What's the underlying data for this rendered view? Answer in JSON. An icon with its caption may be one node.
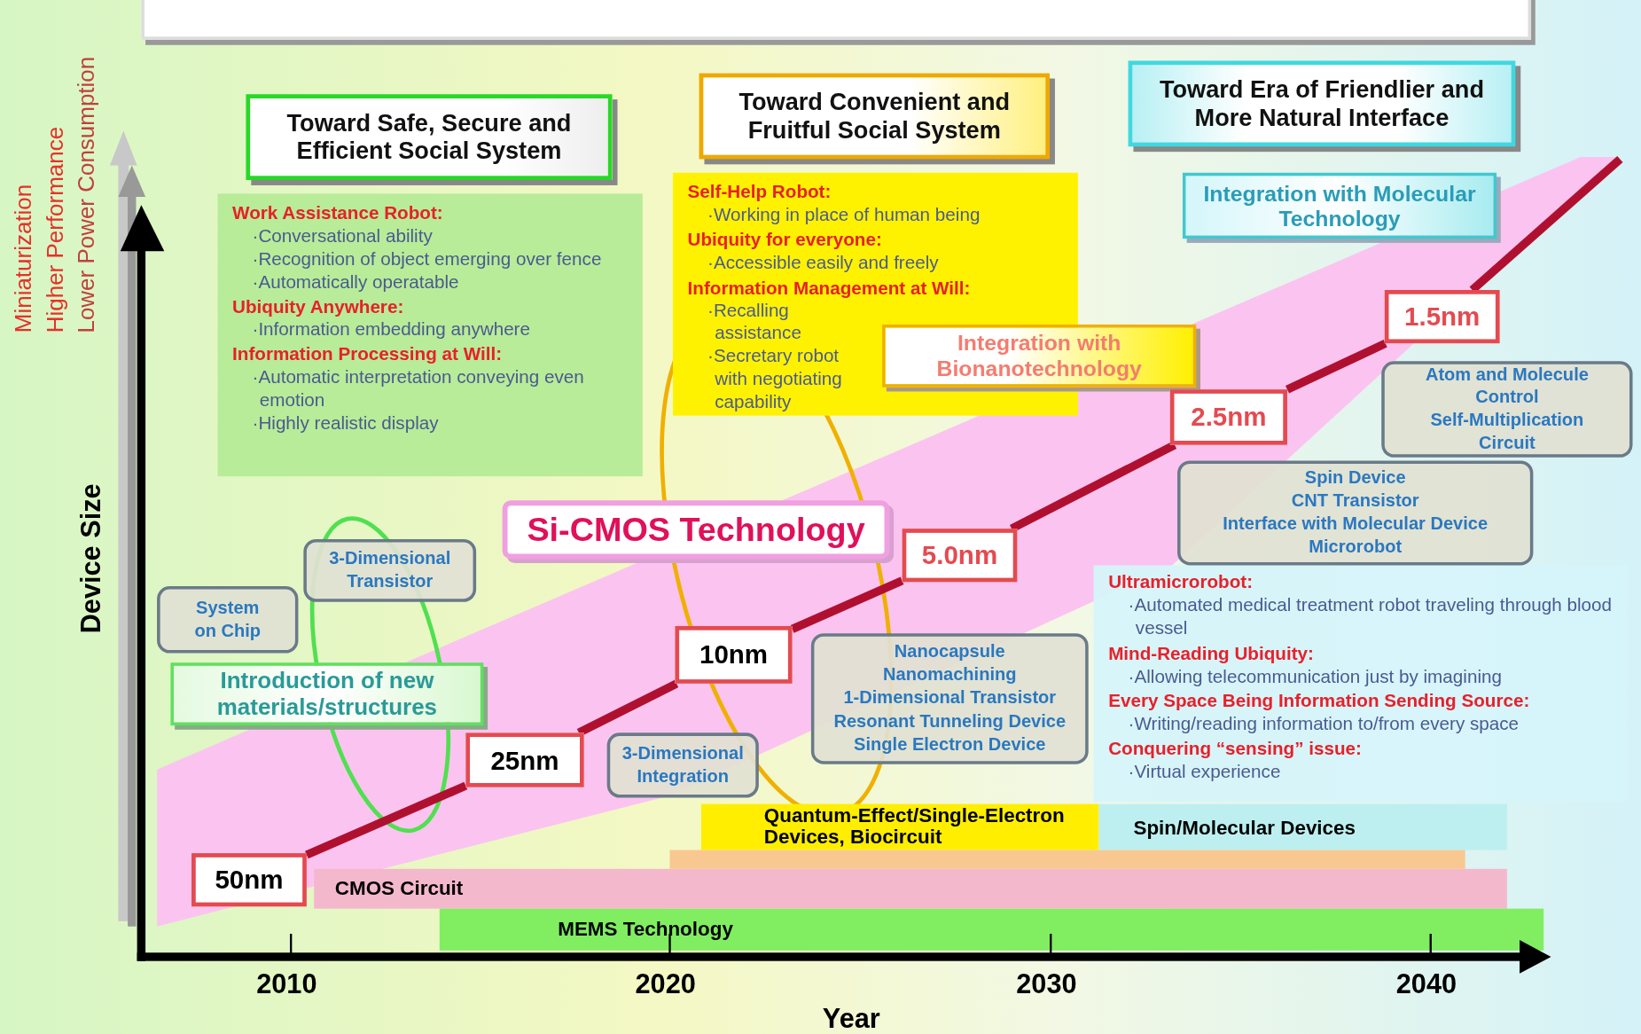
{
  "diagram": {
    "nodes": [
      {
        "text": [
          "Toward Safe, Secure and Efficient Social System"
        ]
      },
      {
        "text": [
          "Toward Convenient and Fruitful Social System"
        ]
      },
      {
        "text": [
          "Toward Era of Friendlier and More Natural Interface"
        ]
      },
      {
        "text": [
          "Work Assistance Robot:",
          "·Conversational ability",
          "·Recognition of object emerging over fence",
          "·Automatically operatable",
          "Ubiquity Anywhere:",
          "·Information embedding anywhere",
          "Information Processing at Will:",
          "·Automatic interpretation conveying even emotion",
          "·Highly realistic display"
        ]
      },
      {
        "text": [
          "Self-Help Robot:",
          "·Working in place of human being",
          "Ubiquity for everyone:",
          "·Accessible easily and freely",
          "Information Management at Will:",
          "·Recalling assistance",
          "·Secretary robot with negotiating capability"
        ]
      },
      {
        "text": [
          "Integration with Molecular Technology"
        ]
      },
      {
        "text": [
          "1.5nm"
        ]
      },
      {
        "text": [
          "Integration with Bionanotechnology"
        ]
      },
      {
        "text": [
          "Atom and Molecule Control",
          "Self-Multiplication Circuit"
        ]
      },
      {
        "text": [
          "2.5nm"
        ]
      },
      {
        "text": [
          "Si-CMOS Technology"
        ]
      },
      {
        "text": [
          "Spin Device",
          "CNT Transistor",
          "Interface with Molecular Device",
          "Microrobot"
        ]
      },
      {
        "text": [
          "5.0nm"
        ]
      },
      {
        "text": [
          "3-Dimensional Transistor"
        ]
      },
      {
        "text": [
          "System on Chip"
        ]
      },
      {
        "text": [
          "Ultramicrorobot:",
          "·Automated medical treatment robot traveling through blood vessel",
          "Mind-Reading Ubiquity:",
          "·Allowing telecommunication just by imagining",
          "Every Space Being Information Sending Source:",
          "·Writing/reading information to/from every space",
          "Conquering “sensing” issue:",
          "·Virtual experience"
        ]
      },
      {
        "text": [
          "Nanocapsule",
          "Nanomachining",
          "1-Dimensional Transistor",
          "Resonant Tunneling Device",
          "Single Electron Device"
        ]
      },
      {
        "text": [
          "10nm"
        ]
      },
      {
        "text": [
          "Introduction of new materials/structures"
        ]
      },
      {
        "text": [
          "3-Dimensional Integration"
        ]
      },
      {
        "text": [
          "25nm"
        ]
      },
      {
        "text": [
          "Quantum-Effect/Single-Electron Devices, Biocircuit"
        ]
      },
      {
        "text": [
          "Spin/Molecular Devices"
        ]
      },
      {
        "text": [
          "50nm"
        ]
      },
      {
        "text": [
          "CMOS Circuit"
        ]
      },
      {
        "text": [],
        "shape": "bar"
      },
      {
        "text": [
          "MEMS Technology"
        ]
      }
    ],
    "edges": [
      {
        "from": 23,
        "to": 20,
        "arrow": "none"
      },
      {
        "from": 20,
        "to": 17,
        "arrow": "none"
      },
      {
        "from": 17,
        "to": 12,
        "arrow": "none"
      },
      {
        "from": 12,
        "to": 9,
        "arrow": "none"
      },
      {
        "from": 9,
        "to": 6,
        "arrow": "none"
      },
      {
        "from": 6,
        "to": null,
        "arrow": "none"
      }
    ],
    "labels": [
      "Miniaturization",
      "Higher Performance",
      "Lower Power Consumption",
      "Device Size",
      "2010",
      "2020",
      "2030",
      "2040",
      "Year"
    ]
  }
}
